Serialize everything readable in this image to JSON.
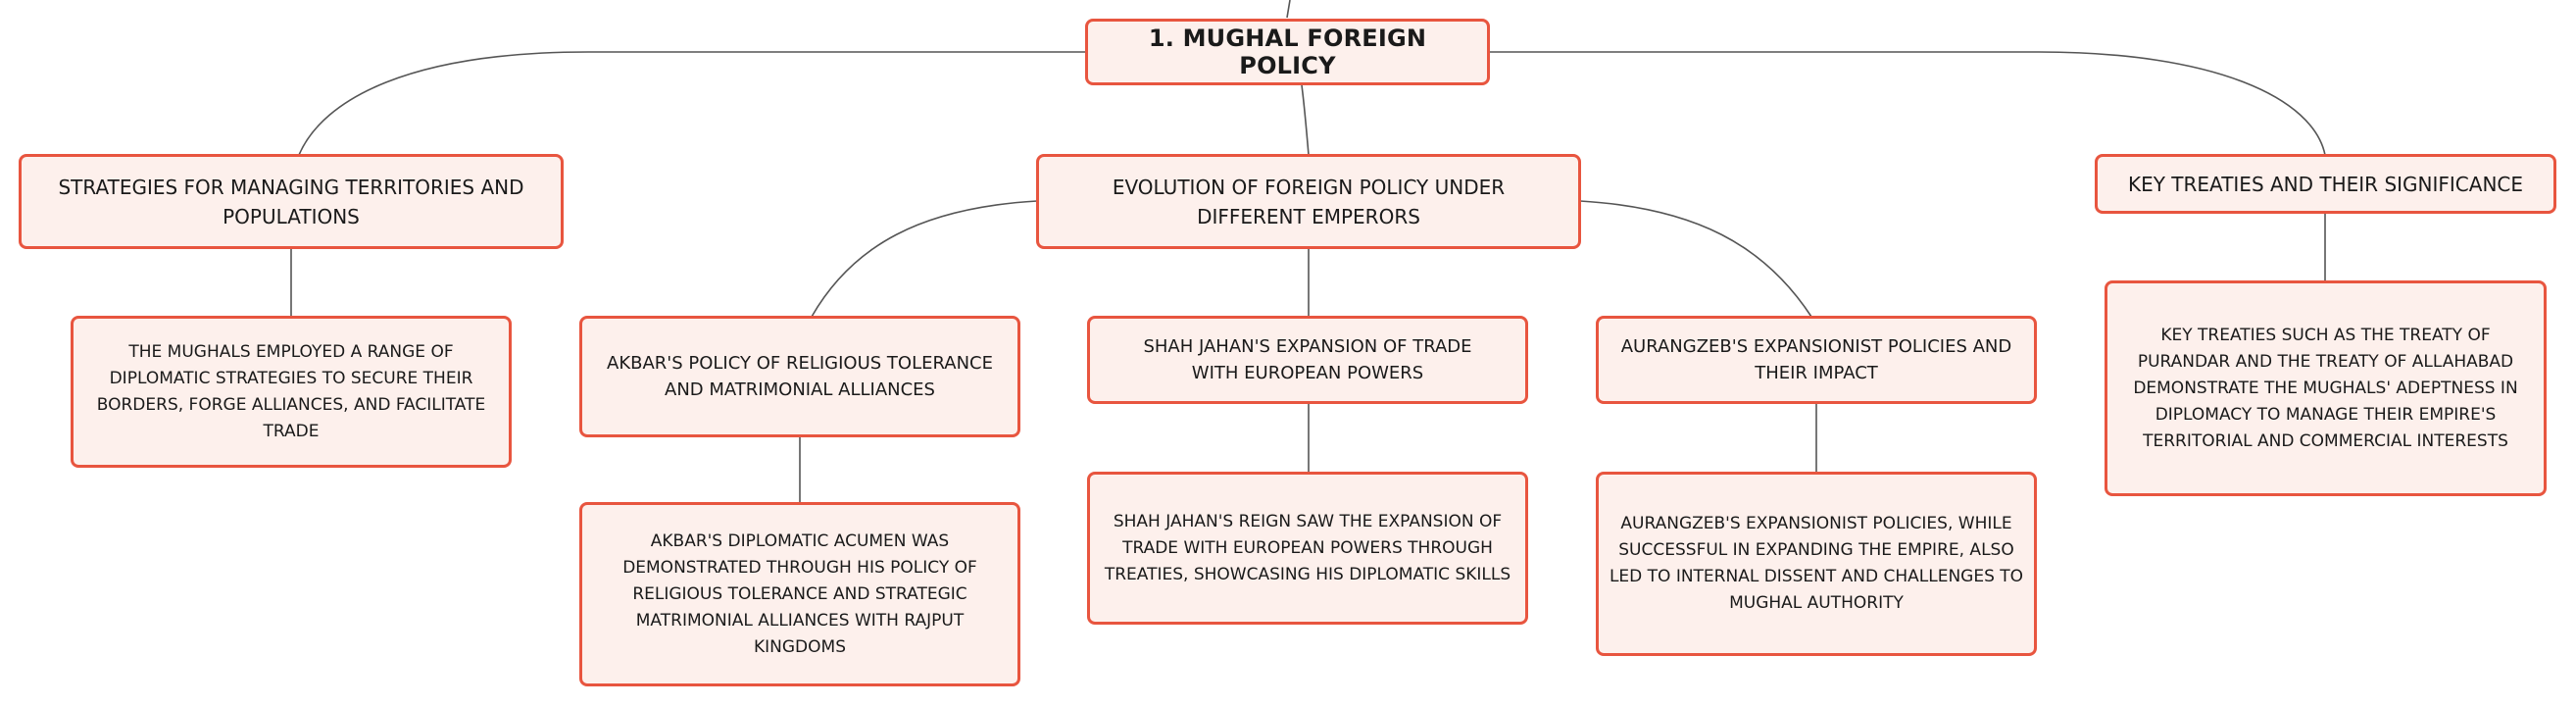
{
  "root": {
    "label": "1. MUGHAL FOREIGN POLICY"
  },
  "categories": {
    "strategies": {
      "label": "STRATEGIES FOR MANAGING TERRITORIES AND POPULATIONS"
    },
    "evolution": {
      "label": "EVOLUTION OF FOREIGN POLICY UNDER DIFFERENT EMPERORS"
    },
    "treaties": {
      "label": "KEY TREATIES AND THEIR SIGNIFICANCE"
    }
  },
  "emperors": {
    "akbar": {
      "label": "AKBAR'S POLICY OF RELIGIOUS TOLERANCE AND MATRIMONIAL ALLIANCES"
    },
    "shahjahan": {
      "label": "SHAH JAHAN'S EXPANSION OF TRADE WITH EUROPEAN POWERS"
    },
    "aurangzeb": {
      "label": "AURANGZEB'S EXPANSIONIST POLICIES AND THEIR IMPACT"
    }
  },
  "details": {
    "strategies": "THE MUGHALS EMPLOYED A RANGE OF DIPLOMATIC STRATEGIES TO SECURE THEIR BORDERS, FORGE ALLIANCES, AND FACILITATE TRADE",
    "akbar": "AKBAR'S DIPLOMATIC ACUMEN WAS DEMONSTRATED THROUGH HIS POLICY OF RELIGIOUS TOLERANCE AND STRATEGIC MATRIMONIAL ALLIANCES WITH RAJPUT KINGDOMS",
    "shahjahan": "SHAH JAHAN'S REIGN SAW THE EXPANSION OF TRADE WITH EUROPEAN POWERS THROUGH TREATIES, SHOWCASING HIS DIPLOMATIC SKILLS",
    "aurangzeb": "AURANGZEB'S EXPANSIONIST POLICIES, WHILE SUCCESSFUL IN EXPANDING THE EMPIRE, ALSO LED TO INTERNAL DISSENT AND CHALLENGES TO MUGHAL AUTHORITY",
    "treaties": "KEY TREATIES SUCH AS THE TREATY OF PURANDAR AND THE TREATY OF ALLAHABAD DEMONSTRATE THE MUGHALS' ADEPTNESS IN DIPLOMACY TO MANAGE THEIR EMPIRE'S TERRITORIAL AND COMMERCIAL INTERESTS"
  },
  "colors": {
    "node_border": "#e8553f",
    "node_fill": "#fdf0ec",
    "connector": "#555555",
    "text": "#1a1a1a"
  }
}
